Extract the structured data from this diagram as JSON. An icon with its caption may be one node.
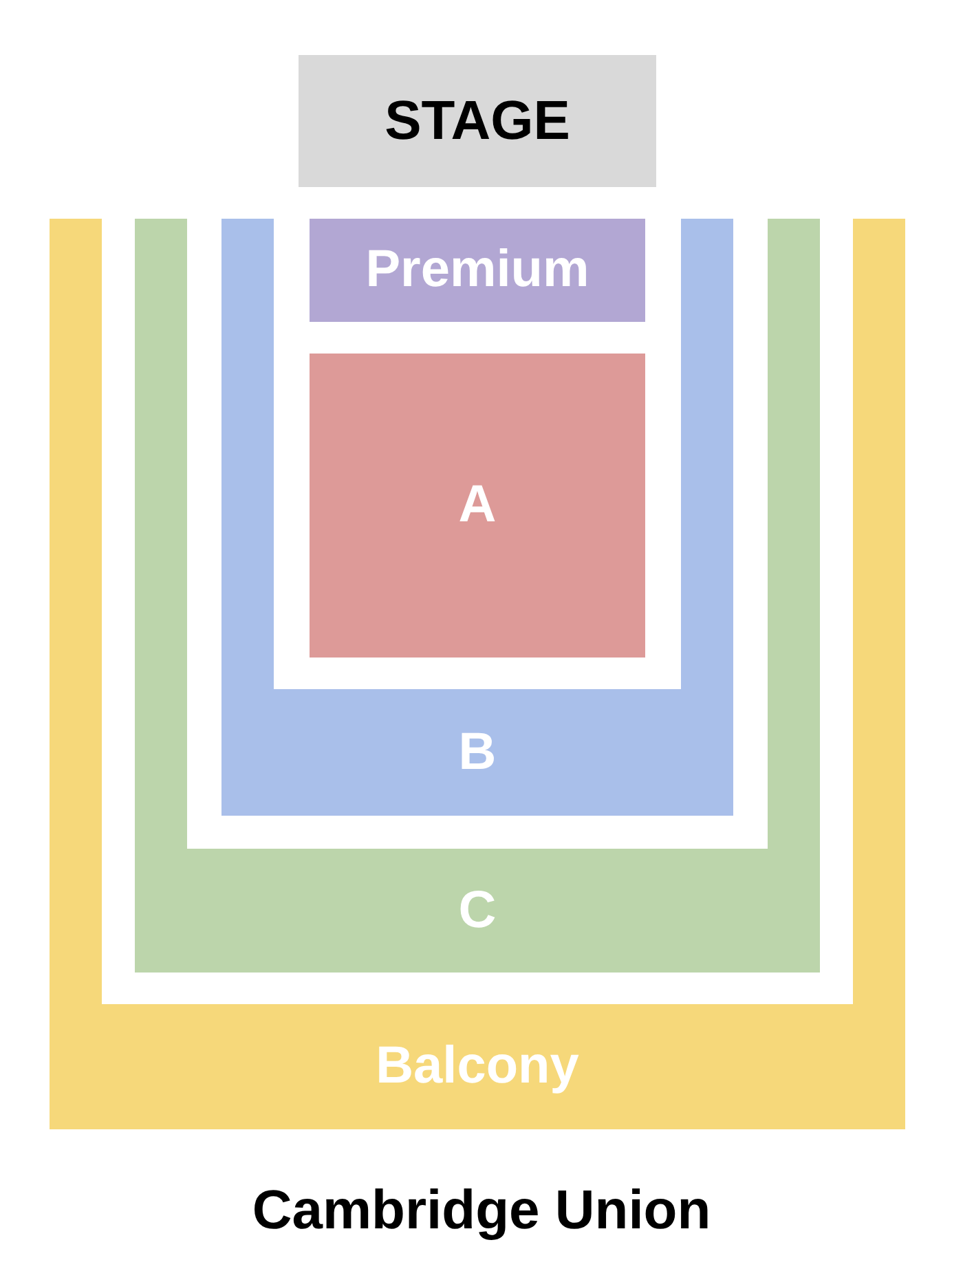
{
  "diagram": {
    "caption": "Cambridge Union",
    "nodes": [
      {
        "text": [
          "STAGE"
        ]
      },
      {
        "text": [
          "Balcony"
        ]
      },
      {
        "text": [
          "C"
        ]
      },
      {
        "text": [
          "B"
        ]
      },
      {
        "text": [
          "Premium"
        ]
      },
      {
        "text": [
          "A"
        ]
      }
    ],
    "edges": []
  }
}
